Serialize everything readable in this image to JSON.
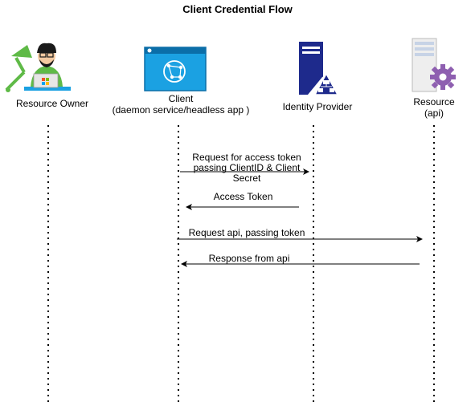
{
  "title": "Client Credential Flow",
  "actors": [
    {
      "id": "resource-owner",
      "label": "Resource Owner",
      "icon": "developer-person-icon"
    },
    {
      "id": "client",
      "label": "Client\n(daemon service/headless app )",
      "icon": "browser-network-icon"
    },
    {
      "id": "identity-provider",
      "label": "Identity Provider",
      "icon": "server-hierarchy-icon"
    },
    {
      "id": "resource",
      "label": "Resource\n(api)",
      "icon": "server-gear-icon"
    }
  ],
  "messages": [
    {
      "from": "client",
      "to": "identity-provider",
      "label": "Request for access token\npassing ClientID & Client\nSecret"
    },
    {
      "from": "identity-provider",
      "to": "client",
      "label": "Access Token"
    },
    {
      "from": "client",
      "to": "resource",
      "label": "Request api, passing token"
    },
    {
      "from": "resource",
      "to": "client",
      "label": "Response from api"
    }
  ],
  "colors": {
    "line": "#000000",
    "person_green": "#5fba47",
    "client_blue": "#1ba1e2",
    "server_navy": "#1e2a8c",
    "server_gray": "#d9d9d9",
    "gear_purple": "#8e5fb0"
  }
}
